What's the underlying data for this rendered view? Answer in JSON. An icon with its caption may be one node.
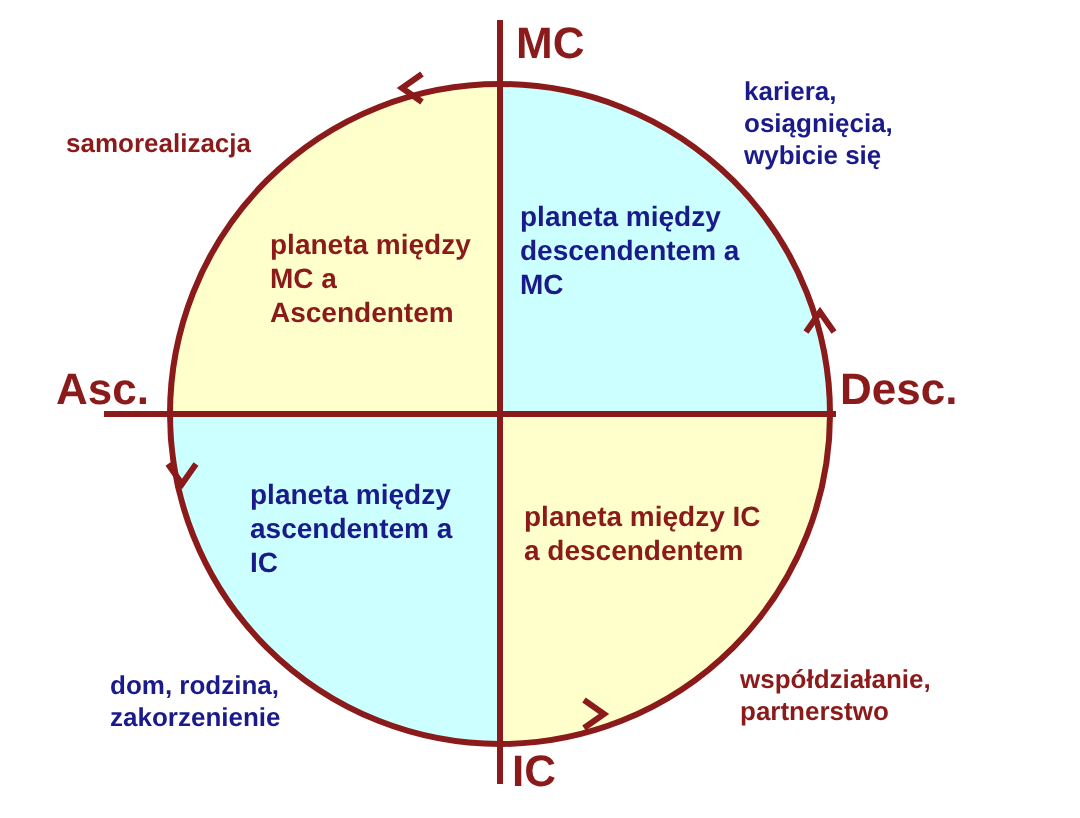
{
  "diagram": {
    "nodes": [
      {
        "text": [
          "planeta między MC a Ascendentem"
        ]
      },
      {
        "text": [
          "planeta między descendentem a MC"
        ]
      },
      {
        "text": [
          "planeta między ascendentem a IC"
        ]
      },
      {
        "text": [
          "planeta między IC a descendentem"
        ]
      }
    ],
    "labels": [
      "MC",
      "samorealizacja",
      "kariera, osiągnięcia, wybicie się",
      "Asc.",
      "Desc.",
      "dom, rodzina, zakorzenienie",
      "współdziałanie, partnerstwo",
      "IC"
    ]
  }
}
